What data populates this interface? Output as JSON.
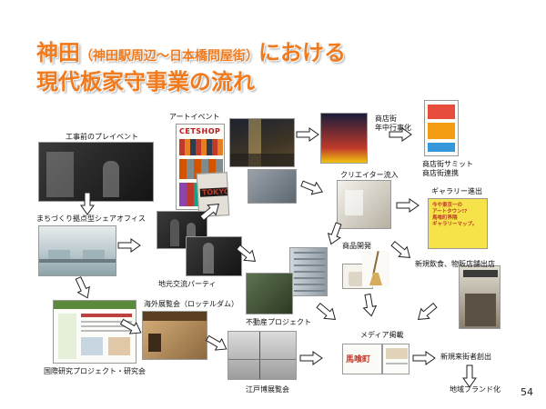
{
  "title": {
    "line1_main": "神田",
    "line1_paren": "（神田駅周辺～日本橋問屋街）",
    "line1_tail": "における",
    "line2": "現代板家守事業の流れ"
  },
  "labels": {
    "pre_event": "工事前のプレイベント",
    "share_office": "まちづくり拠点型シェアオフィス",
    "art_event": "アートイベント",
    "local_party": "地元交流パーティ",
    "overseas_expo": "海外展覧会（ロッテルダム）",
    "realestate_project": "不動産プロジェクト",
    "intl_research": "国際研究プロジェクト・研究会",
    "edo_expo": "江戸博展覧会",
    "shopping_street": "商店街\n年中行事化",
    "summit": "商店街サミット\n商店街連携",
    "creator_inflow": "クリエイター流入",
    "gallery": "ギャラリー進出",
    "product_dev": "商品開発",
    "new_shops": "新規飲食、物販店舗出店",
    "media": "メディア掲載",
    "newcomers": "新規来街者創出",
    "brand": "地域ブランド化"
  },
  "poster": {
    "cet_shop": "CETSHOP",
    "tokyo": "TOKYO"
  },
  "gallery_card": {
    "text": "今や東京一の\nアートタウン!?\n馬喰町界隈\nギャラリーマップ。"
  },
  "media_card": {
    "text": "馬喰町"
  },
  "page_number": "54",
  "colors": {
    "title_orange": "#f07a1e",
    "arrow_fill": "#ffffff",
    "arrow_stroke": "#222222",
    "gallery_yellow": "#f6e34a"
  }
}
